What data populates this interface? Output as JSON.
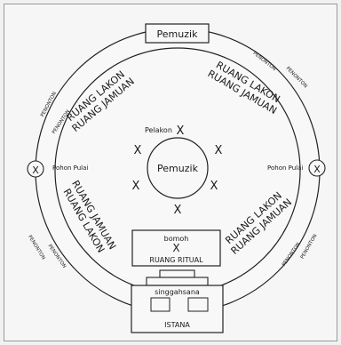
{
  "musician_box": "Pemuzik",
  "center_label": "Pemuzik",
  "pelakon": "Pelakon",
  "x_mark": "X",
  "pohon_pulai": "Pohon Pulai",
  "penonton": "PENONTON",
  "zone_ruang_lakon": "RUANG LAKON",
  "zone_ruang_jamuan": "RUANG JAMUAN",
  "bomoh": "bomoh",
  "ruang_ritual": "RUANG RITUAL",
  "singgahsana": "singgahsana",
  "istana": "ISTANA"
}
